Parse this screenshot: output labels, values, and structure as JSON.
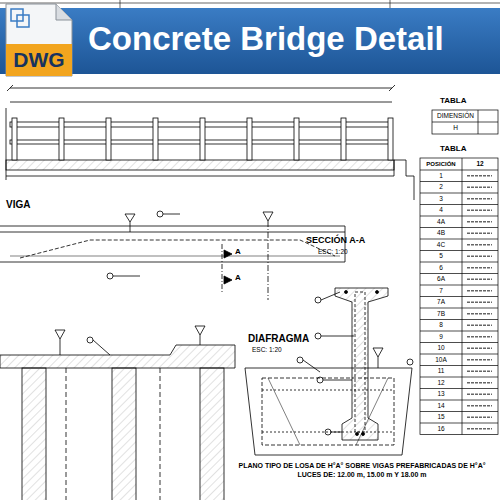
{
  "diagram": {
    "title": "Concrete Bridge Detail",
    "caption": "PLANO TIPO DE LOSA DE H°A° SOBRE VIGAS PREFABRICADAS DE H°A° LUCES DE: 12.00 m, 15.00 m Y 18.00 m",
    "nodes": [
      {
        "text": [
          "DWG"
        ]
      }
    ],
    "labels": [
      "TABLA",
      "DIMENSIÓN",
      "H",
      "TABLA",
      "POSICIÓN",
      "12",
      "1",
      "2",
      "3",
      "4",
      "4A",
      "4B",
      "4C",
      "5",
      "6",
      "6A",
      "7",
      "7A",
      "7B",
      "8",
      "9",
      "10",
      "10A",
      "11",
      "12",
      "13",
      "14",
      "15",
      "16",
      "VIGA",
      "A",
      "A",
      "SECCIÓN A-A",
      "ESC: 1:20",
      "DIAFRAGMA",
      "ESC: 1:20"
    ]
  }
}
